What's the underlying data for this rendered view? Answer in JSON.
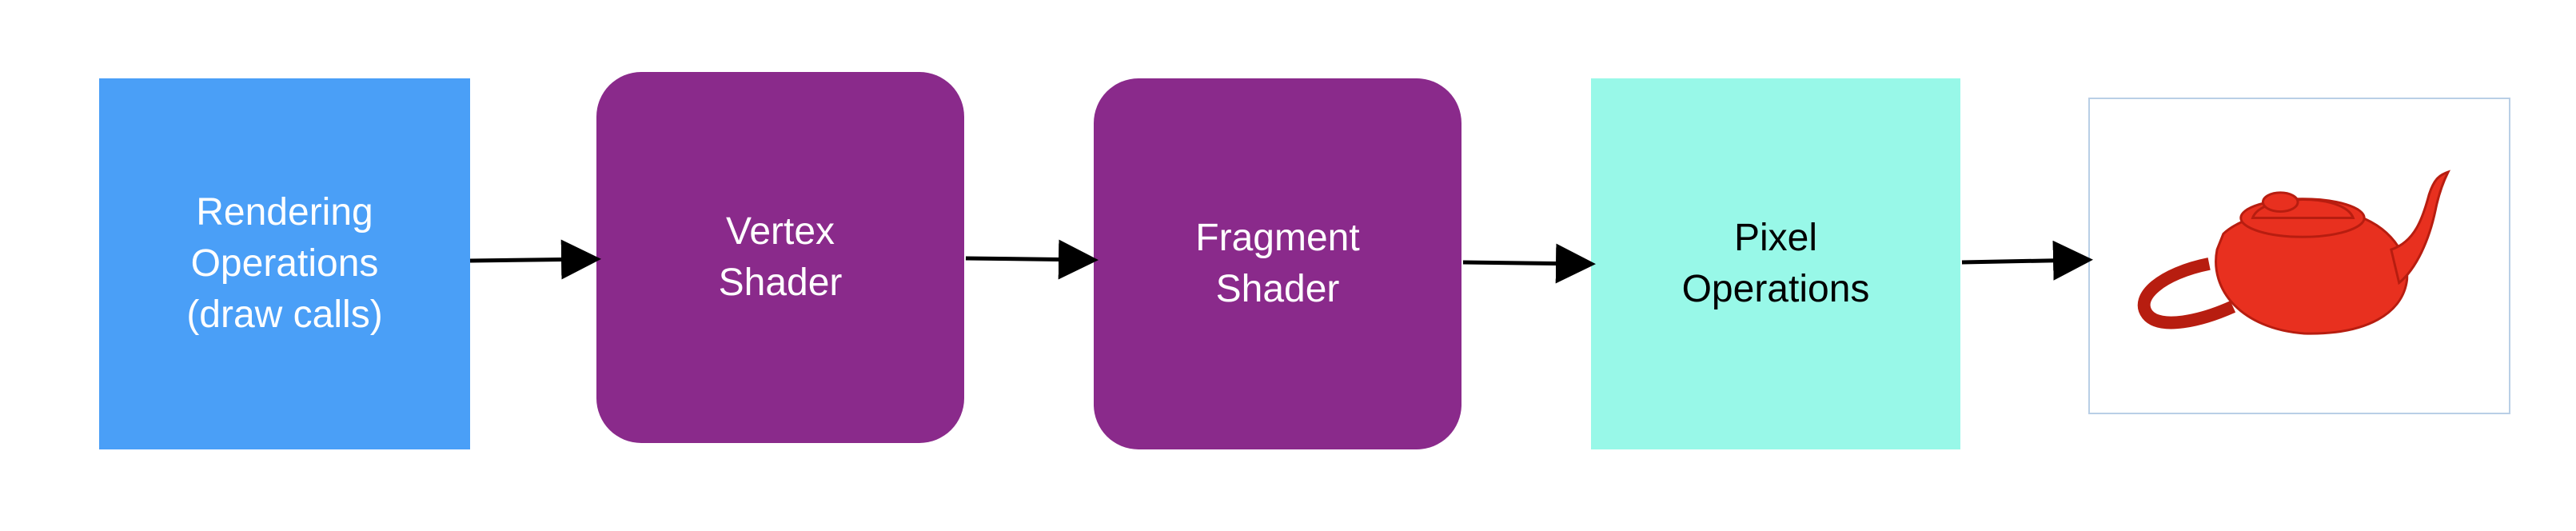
{
  "colors": {
    "rendering_fill": "#4a9ff7",
    "shader_fill": "#8a2a8b",
    "pixel_fill": "#98f8e8",
    "light_text": "#ffffff",
    "dark_text": "#000000",
    "arrow": "#000000",
    "teapot": "#e8301f"
  },
  "stages": [
    {
      "label": "Rendering\nOperations\n(draw calls)"
    },
    {
      "label": "Vertex\nShader"
    },
    {
      "label": "Fragment\nShader"
    },
    {
      "label": "Pixel\nOperations"
    }
  ],
  "output": {
    "icon": "teapot-icon"
  }
}
